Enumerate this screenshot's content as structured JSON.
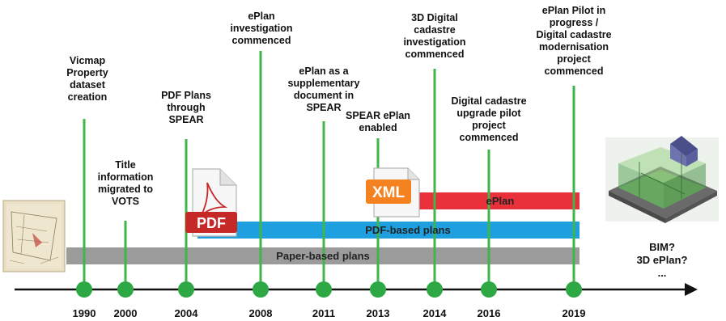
{
  "colors": {
    "event_line": "#3fb54a",
    "timeline_dot": "#2ea845",
    "axis": "#111111",
    "paper_band": "#9b9b9b",
    "pdf_band": "#1e9fe0",
    "eplan_band": "#e8313a",
    "pdf_icon_red": "#c62828",
    "xml_icon_orange": "#f58220"
  },
  "events": [
    {
      "year": "1990",
      "label": "Vicmap\nProperty\ndataset\ncreation"
    },
    {
      "year": "2000",
      "label": "Title\ninformation\nmigrated to\nVOTS"
    },
    {
      "year": "2004",
      "label": "PDF Plans\nthrough\nSPEAR"
    },
    {
      "year": "2008",
      "label": "ePlan\ninvestigation\ncommenced"
    },
    {
      "year": "2011",
      "label": "ePlan as a\nsupplementary\ndocument in\nSPEAR"
    },
    {
      "year": "2013",
      "label": "SPEAR ePlan\nenabled"
    },
    {
      "year": "2014",
      "label": "3D Digital\ncadastre\ninvestigation\ncommenced"
    },
    {
      "year": "2016",
      "label": "Digital cadastre\nupgrade pilot\nproject\ncommenced"
    },
    {
      "year": "2019",
      "label": "ePlan Pilot in\nprogress /\nDigital cadastre\nmodernisation\nproject\ncommenced"
    }
  ],
  "bands": {
    "paper": "Paper-based plans",
    "pdf": "PDF-based plans",
    "eplan": "ePlan"
  },
  "icons": {
    "pdf": {
      "name": "pdf-document-icon",
      "text": "PDF"
    },
    "xml": {
      "name": "xml-document-icon",
      "text": "XML"
    },
    "paper_plan": {
      "name": "paper-plan-image"
    },
    "bim_model": {
      "name": "bim-3d-model-image"
    }
  },
  "future": {
    "line1": "BIM?",
    "line2": "3D ePlan?",
    "line3": "..."
  }
}
